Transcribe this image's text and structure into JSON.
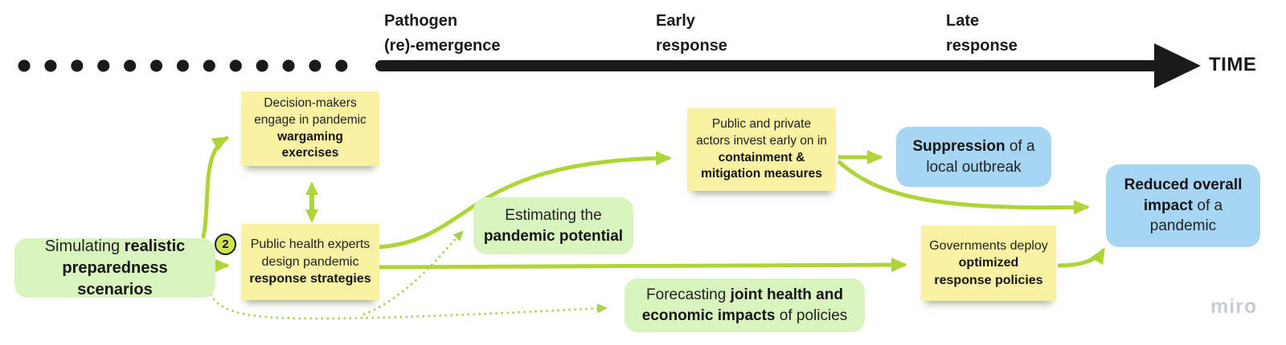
{
  "colors": {
    "arrow_green": "#aed437",
    "dotted_green": "#a9d14f",
    "sticky_yellow": "#f9f2a4",
    "shape_green": "#d9f4bf",
    "shape_blue": "#a7d6f4",
    "timeline_black": "#1a1a1a",
    "watermark_gray": "#c9ccd2"
  },
  "timeline": {
    "time_label": "TIME",
    "phases": [
      {
        "line1": "Pathogen",
        "line2": "(re)-emergence"
      },
      {
        "line1": "Early",
        "line2": "response"
      },
      {
        "line1": "Late",
        "line2": "response"
      }
    ]
  },
  "badge": {
    "value": "2"
  },
  "nodes": {
    "wargaming": {
      "pre": "Decision-makers engage in pandemic ",
      "bold": "wargaming exercises",
      "post": ""
    },
    "strategies": {
      "pre": "Public health experts design pandemic ",
      "bold": "response strategies",
      "post": ""
    },
    "simulating": {
      "pre": "Simulating ",
      "bold": "realistic preparedness scenarios",
      "post": ""
    },
    "estimating": {
      "pre": "Estimating the ",
      "bold": "pandemic potential",
      "post": ""
    },
    "forecasting": {
      "pre": "Forecasting ",
      "bold": "joint health and economic impacts",
      "post": " of policies"
    },
    "containment": {
      "pre": "Public and private actors invest early on in ",
      "bold": "containment & mitigation measures",
      "post": ""
    },
    "suppression": {
      "pre": "",
      "bold": "Suppression",
      "post": " of a local outbreak"
    },
    "governments": {
      "pre": "Governments deploy ",
      "bold": "optimized response policies",
      "post": ""
    },
    "reduced": {
      "pre": "",
      "bold": "Reduced overall impact",
      "post": " of a pandemic"
    }
  },
  "watermark": "miro"
}
